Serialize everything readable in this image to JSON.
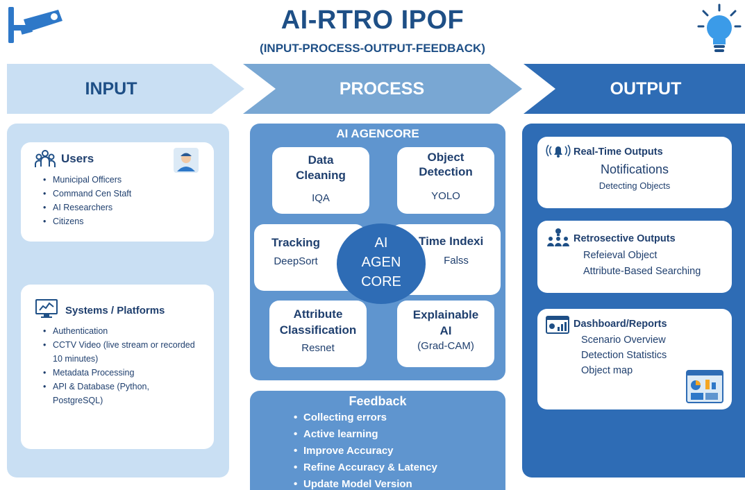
{
  "header": {
    "title": "AI-RTRO IPOF",
    "subtitle": "(INPUT-PROCESS-OUTPUT-FEEDBACK)"
  },
  "icons": {
    "top_left": "cctv-camera-icon",
    "top_right": "lightbulb-icon"
  },
  "colors": {
    "light_blue": "#c9dff3",
    "mid_blue": "#79a7d3",
    "dark_blue": "#2e6cb5",
    "text_navy": "#1f3f6e"
  },
  "banner": {
    "input_label": "INPUT",
    "process_label": "PROCESS",
    "output_label": "OUTPUT"
  },
  "input": {
    "users": {
      "title": "Users",
      "items": [
        "Municipal Officers",
        "Command Cen Staft",
        "AI Researchers",
        "Citizens"
      ]
    },
    "systems": {
      "title": "Systems / Platforms",
      "items": [
        "Authentication",
        "CCTV Video (live stream or recorded 10 minutes)",
        "Metadata Processing",
        "API & Database (Python, PostgreSQL)"
      ]
    }
  },
  "process": {
    "title": "AI AGENCORE",
    "core_line1": "AI",
    "core_line2": "AGEN",
    "core_line3": "CORE",
    "modules": {
      "data_cleaning": {
        "title_line1": "Data",
        "title_line2": "Cleaning",
        "sub": "IQA"
      },
      "object_detection": {
        "title_line1": "Object",
        "title_line2": "Detection",
        "sub": "YOLO"
      },
      "tracking": {
        "title": "Tracking",
        "sub": "DeepSort"
      },
      "time_index": {
        "title": "Time Indexi",
        "sub": "Falss"
      },
      "attribute": {
        "title_line1": "Attribute",
        "title_line2": "Classification",
        "sub": "Resnet"
      },
      "explainable": {
        "title_line1": "Explainable",
        "title_line2": "AI",
        "sub": "(Grad-CAM)"
      }
    },
    "feedback": {
      "title": "Feedback",
      "items": [
        "Collecting errors",
        "Active learning",
        "Improve Accuracy",
        "Refine Accuracy & Latency",
        "Update Model Version"
      ]
    }
  },
  "output": {
    "realtime": {
      "title": "Real-Time Outputs",
      "line1": "Notifications",
      "line2": "Detecting Objects"
    },
    "retro": {
      "title": "Retrosective Outputs",
      "line1": "Refeieval Object",
      "line2": "Attribute-Based Searching"
    },
    "dashboard": {
      "title": "Dashboard/Reports",
      "line1": "Scenario Overview",
      "line2": "Detection Statistics",
      "line3": "Object map"
    }
  }
}
